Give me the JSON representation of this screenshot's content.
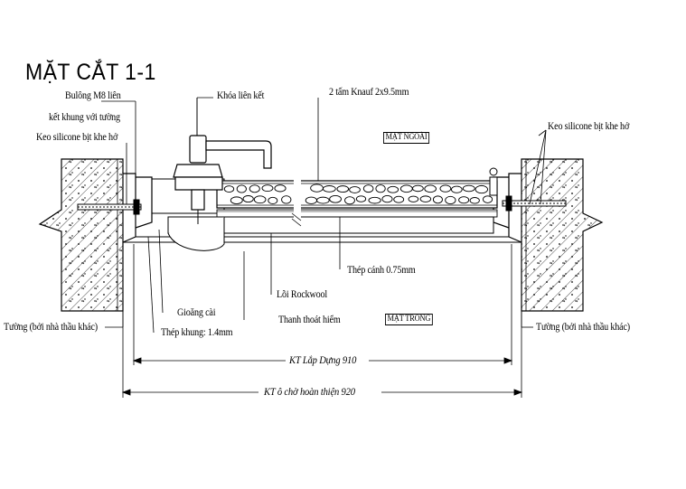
{
  "title": "MẶT CẮT 1-1",
  "labels": {
    "bulong": "Bulông M8 liên",
    "bulong2": "kết khung với tường",
    "keo_left": "Keo silicone bịt khe hở",
    "khoa": "Khóa liên kết",
    "knauf": "2 tấm Knauf 2x9.5mm",
    "keo_right": "Keo silicone bịt khe hở",
    "mat_ngoai": "MẶT NGOÀI",
    "mat_trong": "MẶT TRONG",
    "thep_canh": "Thép cánh 0.75mm",
    "loi_rockwool": "Lõi Rockwool",
    "giong_cai": "Gioăng cài",
    "thanh_thoat_hiem": "Thanh thoát hiểm",
    "thep_khung": "Thép khung: 1.4mm",
    "tuong_left": "Tường (bởi nhà thầu khác)",
    "tuong_right": "Tường (bởi nhà thầu khác)",
    "kt_lap_dung": "KT Lắp Dựng 910",
    "kt_o_cho": "KT ô chờ hoàn thiện 920"
  }
}
